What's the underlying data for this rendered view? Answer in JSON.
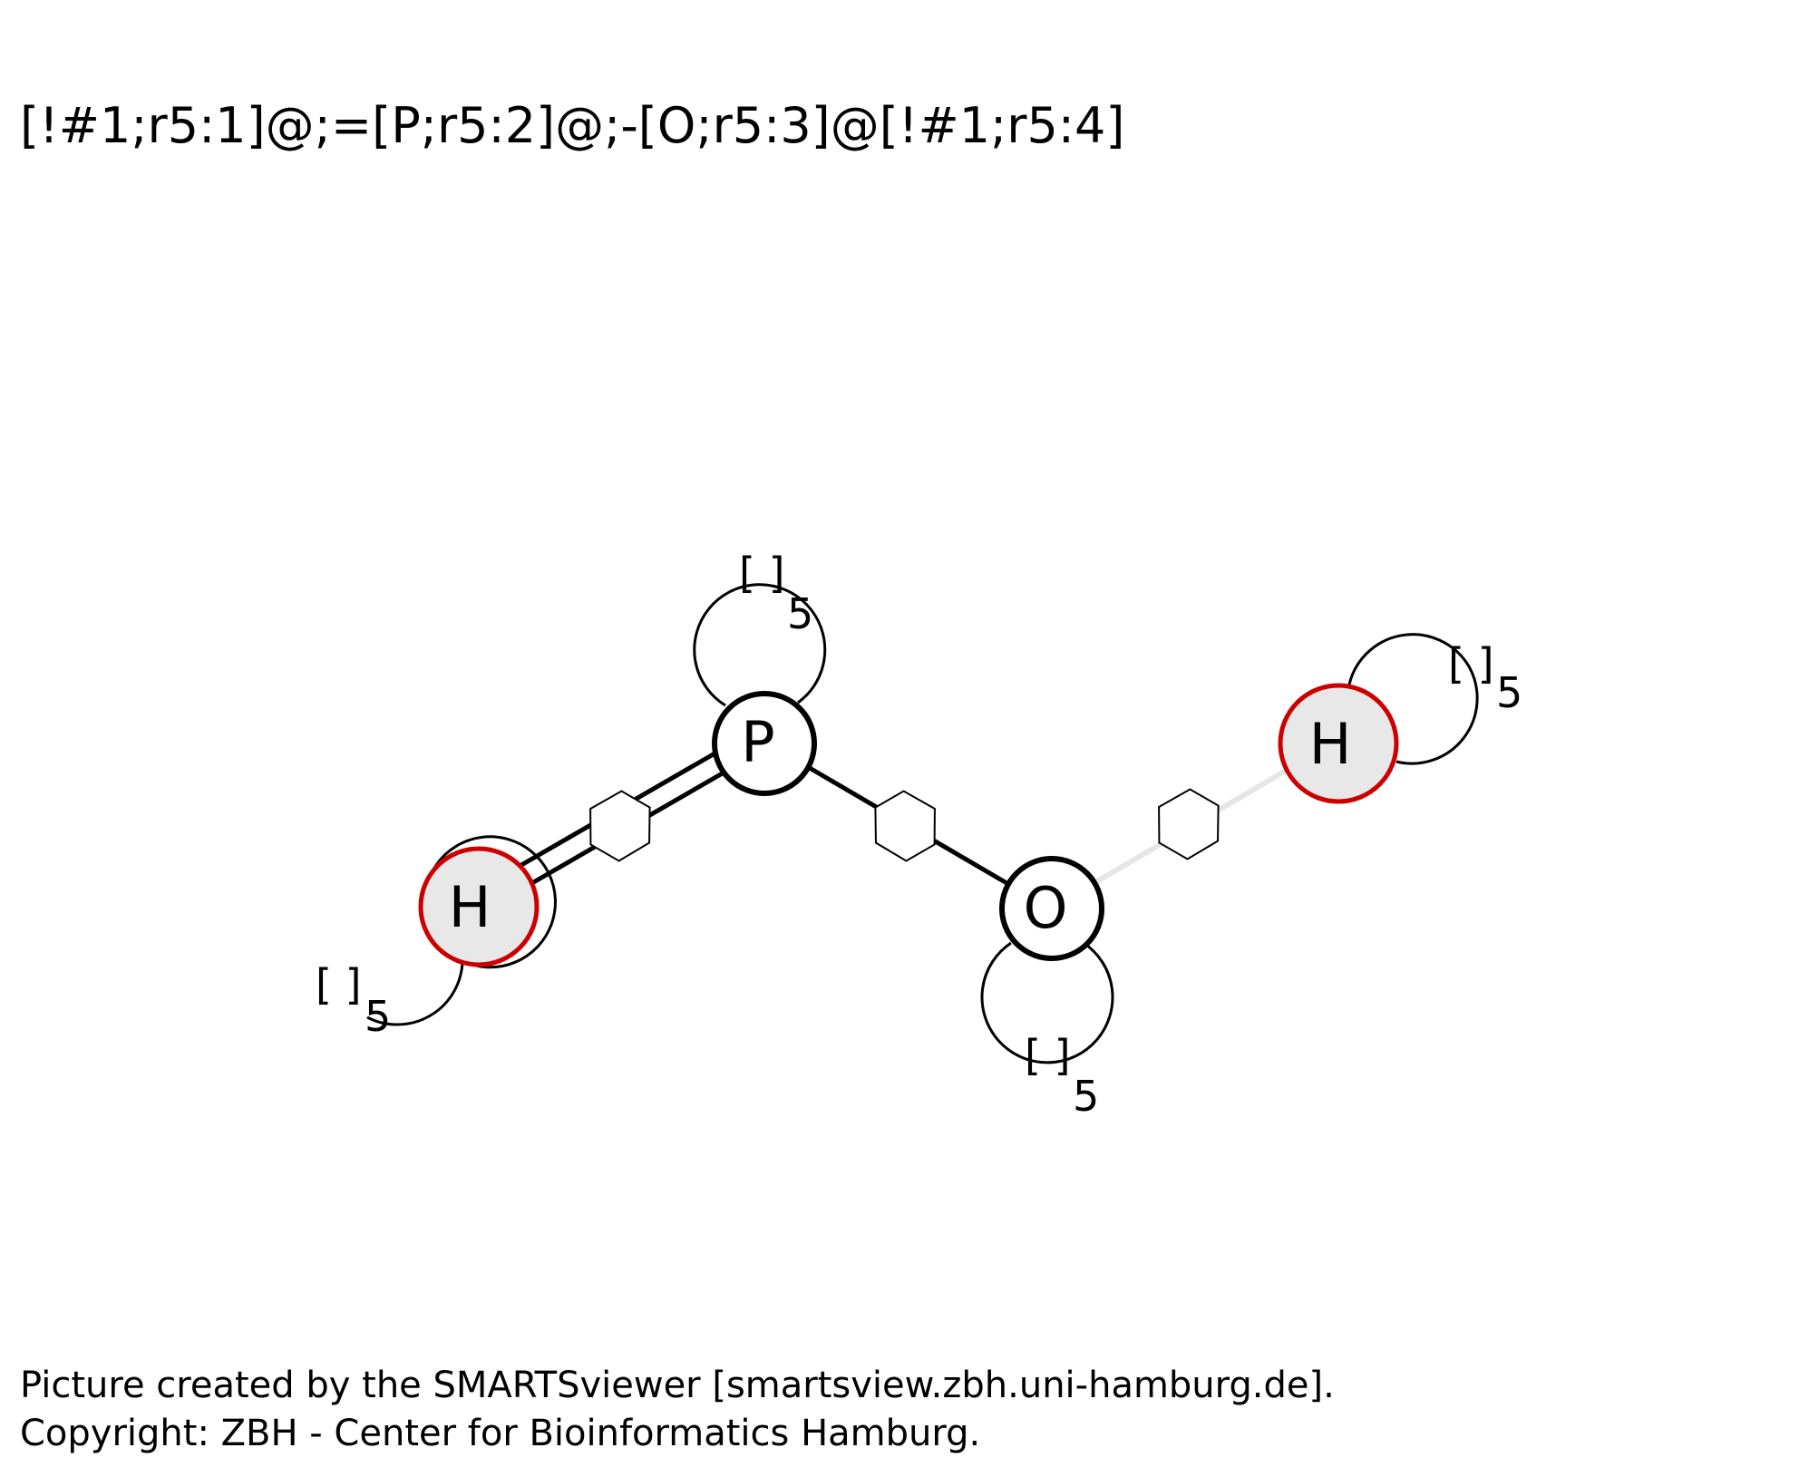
{
  "title": "[!#1;r5:1]@;=[P;r5:2]@;-[O;r5:3]@[!#1;r5:4]",
  "footer": {
    "line1": "Picture created by the SMARTSviewer [smartsview.zbh.uni-hamburg.de].",
    "line2": "Copyright: ZBH - Center for Bioinformatics Hamburg."
  },
  "atoms": [
    {
      "id": "a1",
      "label": "H",
      "ring_label": "[ ]",
      "ring_size": "5",
      "not_element": true
    },
    {
      "id": "a2",
      "label": "P",
      "ring_label": "[ ]",
      "ring_size": "5",
      "not_element": false
    },
    {
      "id": "a3",
      "label": "O",
      "ring_label": "[ ]",
      "ring_size": "5",
      "not_element": false
    },
    {
      "id": "a4",
      "label": "H",
      "ring_label": "[ ]",
      "ring_size": "5",
      "not_element": true
    }
  ],
  "bonds": [
    {
      "from": "a1",
      "to": "a2",
      "order": "double",
      "ring_bond": true
    },
    {
      "from": "a2",
      "to": "a3",
      "order": "single",
      "ring_bond": true
    },
    {
      "from": "a3",
      "to": "a4",
      "order": "any",
      "ring_bond": true
    }
  ],
  "colors": {
    "not_atom_outline": "#cc0000",
    "not_atom_fill": "#e8e8e8",
    "atom_outline": "#000000",
    "any_bond": "#e6e6e6"
  }
}
